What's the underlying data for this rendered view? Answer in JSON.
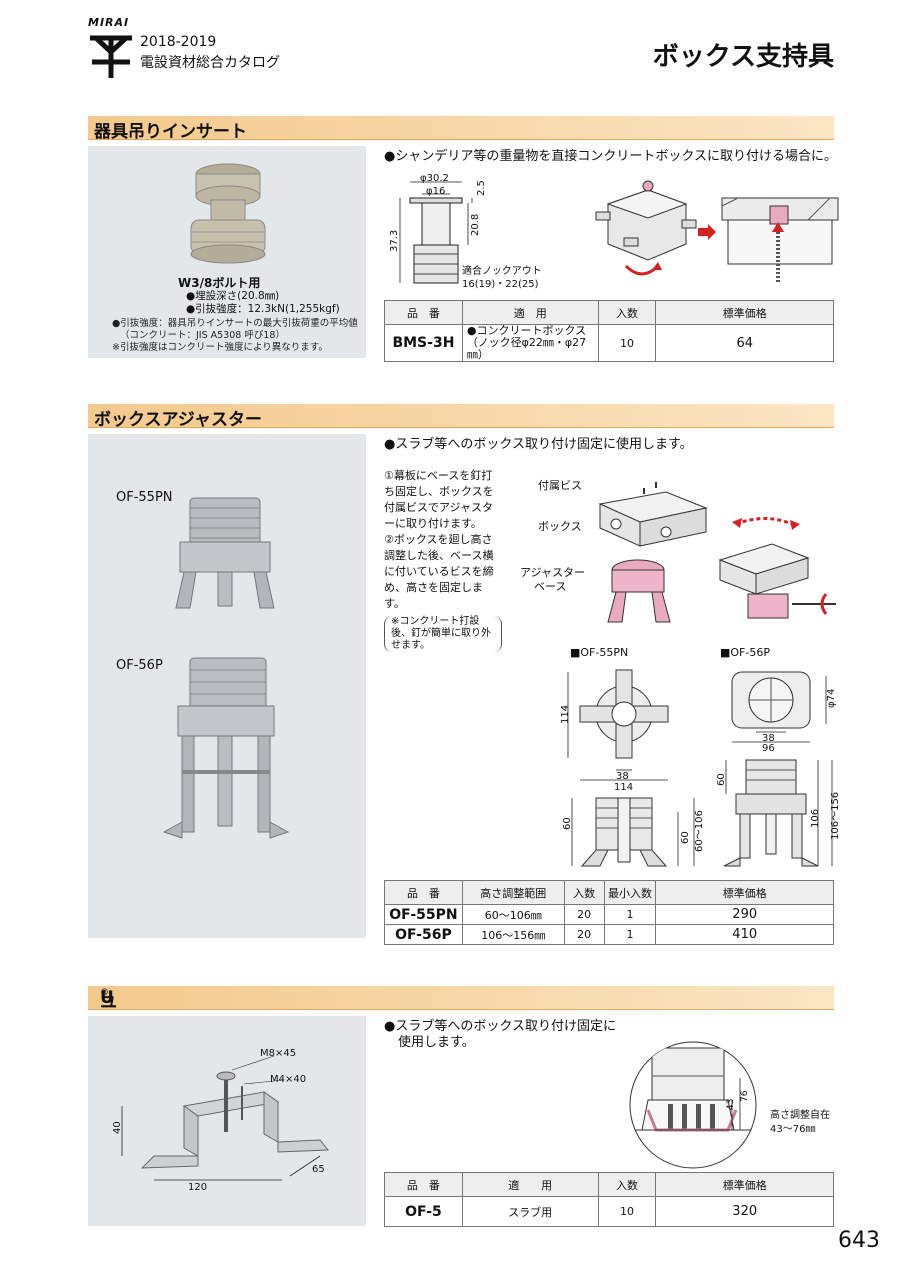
{
  "header": {
    "logo_text": "MIRAI",
    "catalog_year": "2018-2019",
    "catalog_name": "電設資材総合カタログ",
    "page_title": "ボックス支持具"
  },
  "section1": {
    "title": "器具吊りインサート",
    "photo_caption": "W3/8ボルト用",
    "spec_lines": [
      "●埋設深さ(20.8㎜)",
      "●引抜強度：12.3kN(1,255kgf)"
    ],
    "notes": [
      "●引抜強度：器具吊りインサートの最大引抜荷重の平均値",
      "（コンクリート：JIS A5308 呼び18）",
      "※引抜強度はコンクリート強度により異なります。"
    ],
    "description": "●シャンデリア等の重量物を直接コンクリートボックスに取り付ける場合に。",
    "dims": {
      "d1": "φ30.2",
      "d2": "φ16",
      "h1": "2.5",
      "h2": "20.8",
      "h3": "37.3",
      "knockout_title": "適合ノックアウト",
      "knockout_sizes": "16(19)・22(25)"
    },
    "table": {
      "headers": [
        "品　番",
        "適　用",
        "入数",
        "標準価格"
      ],
      "rows": [
        {
          "part": "BMS-3H",
          "usage_1": "●コンクリートボックス",
          "usage_2": "（ノック径φ22㎜・φ27㎜）",
          "qty": "10",
          "price": "64"
        }
      ]
    }
  },
  "section2": {
    "title": "ボックスアジャスター",
    "photo_label_1": "OF-55PN",
    "photo_label_2": "OF-56P",
    "description": "●スラブ等へのボックス取り付け固定に使用します。",
    "steps": [
      "①幕板にベースを釘打ち固定し、ボックスを付属ビスでアジャスターに取り付けます。",
      "②ボックスを廻し高さ調整した後、ベース横に付いているビスを締め、高さを固定します。"
    ],
    "step_note": "※コンクリート打設後、釘が簡単に取り外せます。",
    "callouts": {
      "screw": "付属ビス",
      "box": "ボックス",
      "adjuster": "アジャスター",
      "base": "ベース"
    },
    "diagram_titles": {
      "a": "■OF-55PN",
      "b": "■OF-56P"
    },
    "dims_a": {
      "w1": "114",
      "w2": "38",
      "w3": "114",
      "h1": "60",
      "h2": "60",
      "h3": "60～106"
    },
    "dims_b": {
      "d1": "φ74",
      "w1": "38",
      "w2": "96",
      "h1": "60",
      "h2": "106",
      "h3": "106～156"
    },
    "table": {
      "headers": [
        "品　番",
        "高さ調整範囲",
        "入数",
        "最小入数",
        "標準価格"
      ],
      "rows": [
        {
          "part": "OF-55PN",
          "range": "60～106㎜",
          "qty": "20",
          "min": "1",
          "price": "290"
        },
        {
          "part": "OF-56P",
          "range": "106～156㎜",
          "qty": "20",
          "min": "1",
          "price": "410"
        }
      ]
    }
  },
  "section3": {
    "title": "ユニポーター",
    "title_mark": "®",
    "title_suffix": "U",
    "description_1": "●スラブ等へのボックス取り付け固定に",
    "description_2": "使用します。",
    "dims": {
      "bolt1": "M8×45",
      "bolt2": "M4×40",
      "h": "40",
      "w": "120",
      "d": "65",
      "adj1": "43",
      "adj2": "76"
    },
    "height_note_1": "高さ調整自在",
    "height_note_2": "43～76㎜",
    "table": {
      "headers": [
        "品　番",
        "適　　用",
        "入数",
        "標準価格"
      ],
      "rows": [
        {
          "part": "OF-5",
          "usage": "スラブ用",
          "qty": "10",
          "price": "320"
        }
      ]
    }
  },
  "page_number": "643",
  "colors": {
    "section_bar": "#f3c98c",
    "photo_bg": "#e4e7ea",
    "accent_red": "#d92020",
    "pink_part": "#e9a9bf"
  }
}
